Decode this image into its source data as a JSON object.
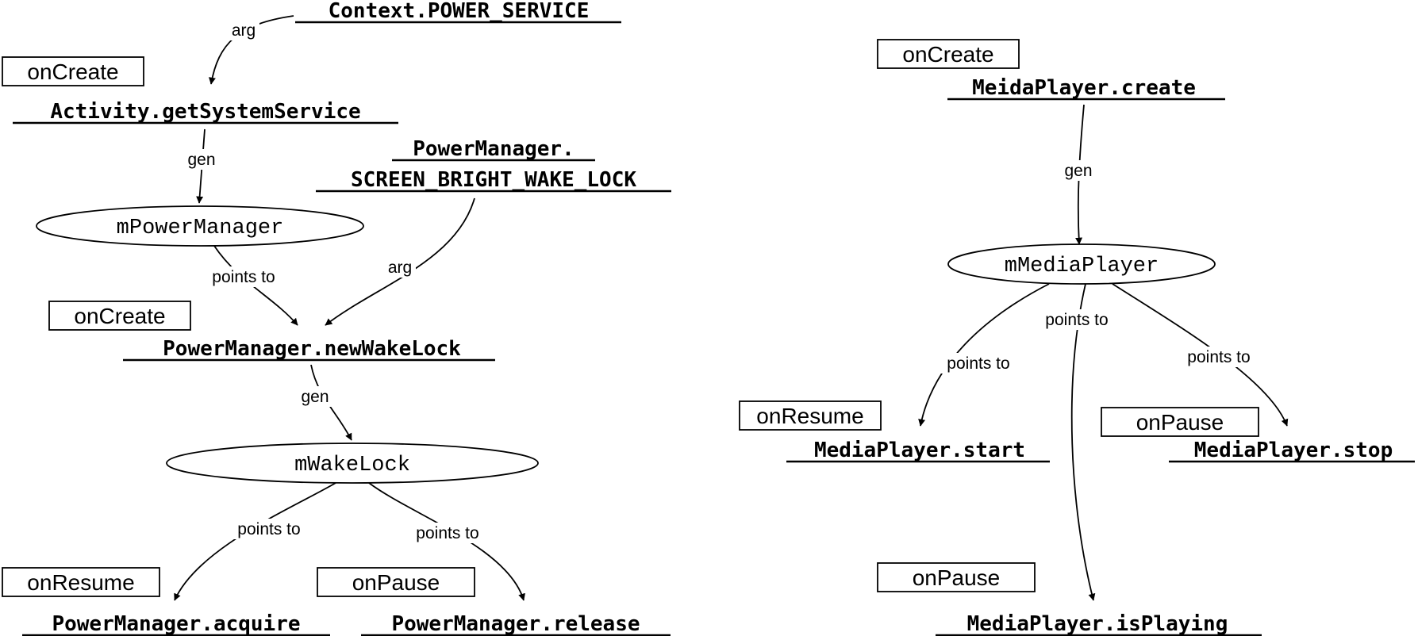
{
  "left_graph": {
    "api_calls": {
      "context_power_service": "Context.POWER_SERVICE",
      "get_system_service": "Activity.getSystemService",
      "screen_bright_line1": "PowerManager.",
      "screen_bright_line2": "SCREEN_BRIGHT_WAKE_LOCK",
      "new_wake_lock": "PowerManager.newWakeLock",
      "acquire": "PowerManager.acquire",
      "release": "PowerManager.release"
    },
    "variables": {
      "power_manager": "mPowerManager",
      "wake_lock": "mWakeLock"
    },
    "callbacks": {
      "on_create_1": "onCreate",
      "on_create_2": "onCreate",
      "on_resume": "onResume",
      "on_pause": "onPause"
    },
    "edge_labels": {
      "arg_power_service": "arg",
      "gen_power_manager": "gen",
      "points_to_new_wake_lock": "points to",
      "arg_screen_bright": "arg",
      "gen_wake_lock": "gen",
      "points_to_acquire": "points to",
      "points_to_release": "points to"
    }
  },
  "right_graph": {
    "api_calls": {
      "create": "MeidaPlayer.create",
      "start": "MediaPlayer.start",
      "stop": "MediaPlayer.stop",
      "is_playing": "MediaPlayer.isPlaying"
    },
    "variables": {
      "media_player": "mMediaPlayer"
    },
    "callbacks": {
      "on_create": "onCreate",
      "on_resume": "onResume",
      "on_pause_stop": "onPause",
      "on_pause_is_playing": "onPause"
    },
    "edge_labels": {
      "gen_media_player": "gen",
      "points_to_start": "points to",
      "points_to_is_playing": "points to",
      "points_to_stop": "points to"
    }
  }
}
